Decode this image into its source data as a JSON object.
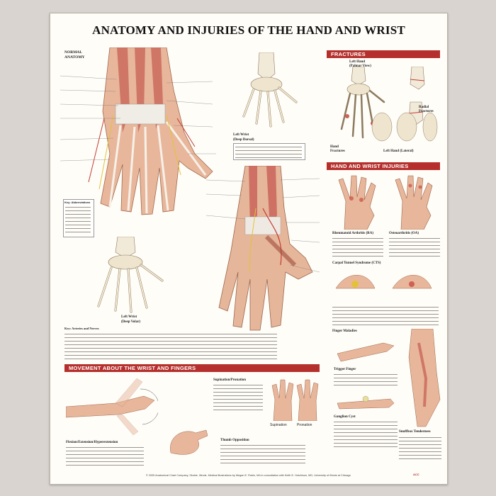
{
  "poster": {
    "title": "ANATOMY AND INJURIES OF THE HAND AND WRIST",
    "sections": {
      "fractures": "FRACTURES",
      "injuries": "HAND AND WRIST INJURIES",
      "movement": "MOVEMENT ABOUT THE WRIST AND FINGERS"
    },
    "normal_anatomy": "NORMAL\nANATOMY",
    "left_wrist_deep_dorsal": "Left Wrist\n(Deep Dorsal)",
    "left_wrist_deep_volar": "Left Wrist\n(Deep Volar)",
    "left_hand_palmar": "Left Hand\n(Palmar View)",
    "left_hand_lateral": "Left Hand (Lateral)",
    "hand_fractures": "Hand\nFractures",
    "radial_fractures": "Radial\nFractures",
    "key_abbrev": "Key: Abbreviations",
    "key_arteries": "Key: Arteries and Nerves",
    "rheumatoid": "Rheumatoid Arthritis (RA)",
    "osteoarthritis": "Osteoarthritis (OA)",
    "carpal_tunnel": "Carpal Tunnel Syndrome (CTS)",
    "finger_maladies": "Finger Maladies",
    "trigger_finger": "Trigger Finger",
    "ganglion_cyst": "Ganglion Cyst",
    "snuffbox": "Snuffbox Tenderness",
    "flexion": "Flexion/Extension/Hyperextension",
    "supination": "Supination/Pronation",
    "thumb_opposition": "Thumb Opposition",
    "supination_lbl": "Supination",
    "pronation_lbl": "Pronation",
    "footer": "© 2005 Anatomical Chart Company, Skokie, Illinois. Medical illustrations by Megan E. Rubin, MA in consultation with Keith E. Hutchison, MD, University of Illinois at Chicago"
  }
}
